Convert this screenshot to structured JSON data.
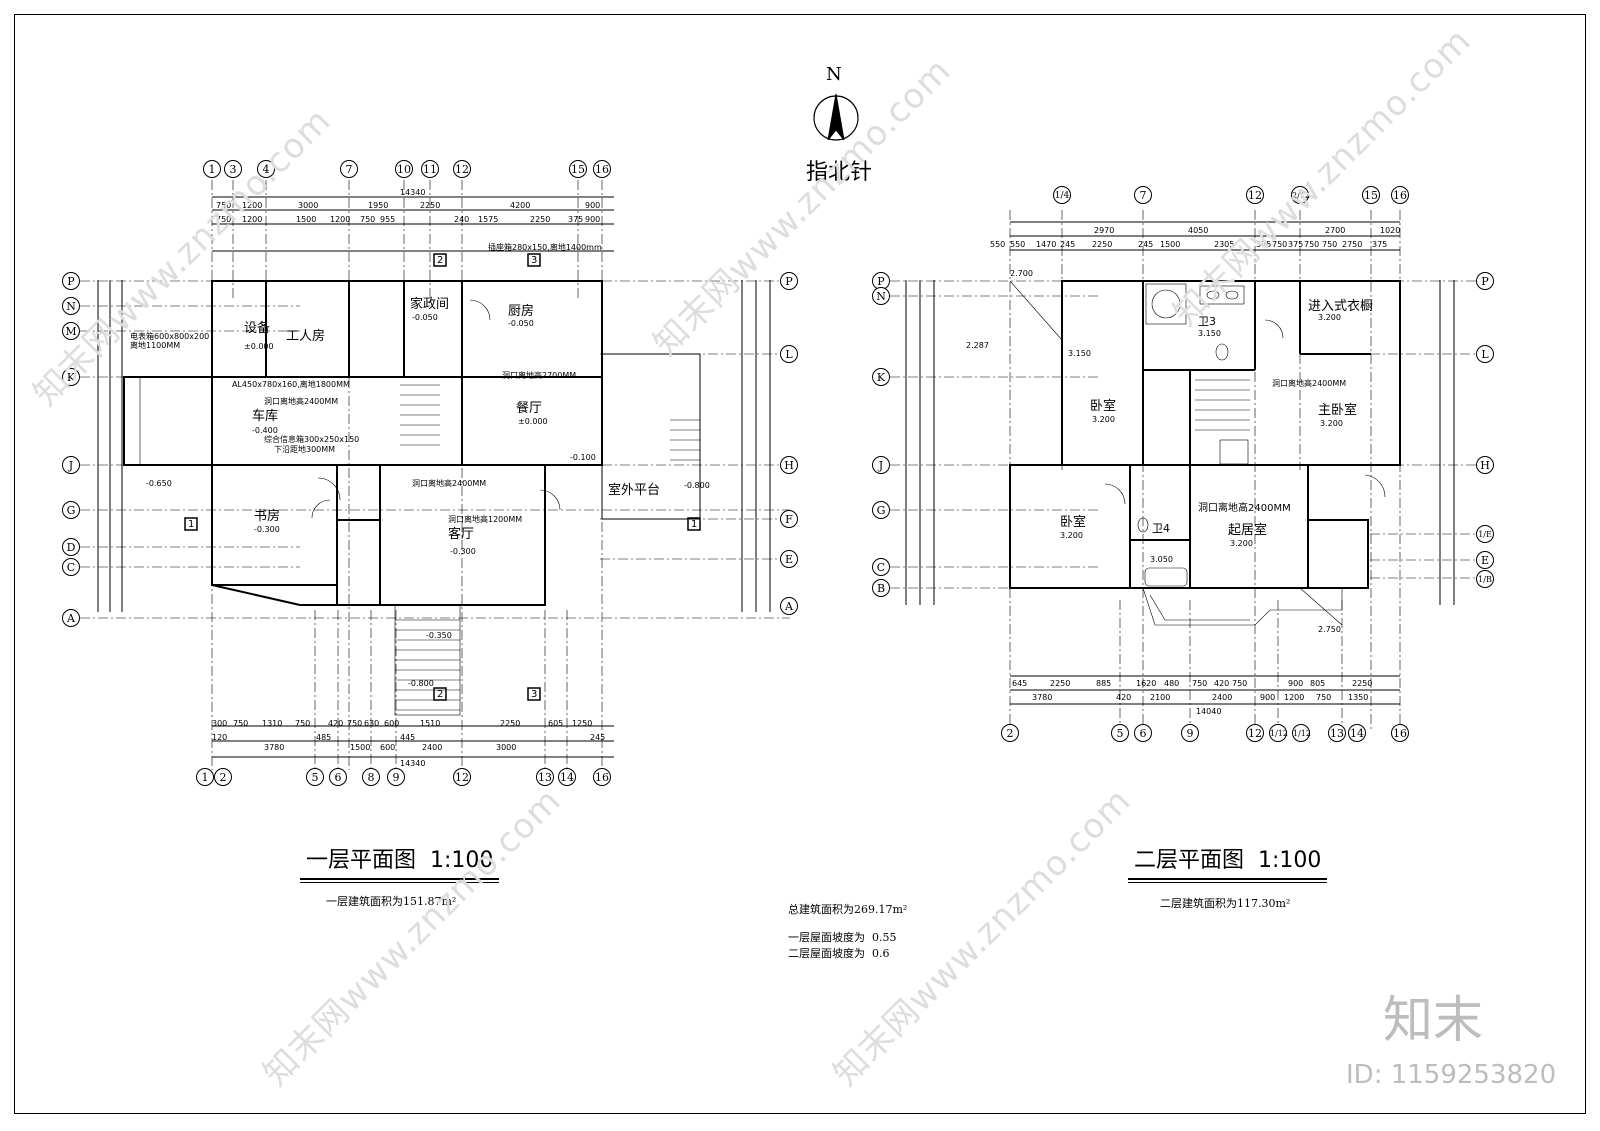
{
  "north": {
    "label": "N",
    "caption": "指北针"
  },
  "plan1": {
    "title": "一层平面图",
    "scale": "1:100",
    "area_note": "一层建筑面积为151.87m²",
    "rooms": [
      "设备",
      "工人房",
      "家政间",
      "厨房",
      "车库",
      "餐厅",
      "书房",
      "客厅",
      "室外平台"
    ],
    "notes": [
      "插座箱280x150,离地1400mm",
      "电表箱600x800x200",
      "离地1100MM",
      "AL450x780x160,离地1800MM",
      "洞口离地高2400MM",
      "综合信息箱300x250x150",
      "下沿距地300MM",
      "洞口离地高2700MM",
      "洞口离地高1200MM",
      "洞口离地高2400MM"
    ],
    "levels": [
      "±0.000",
      "-0.050",
      "-0.400",
      "-0.650",
      "-0.300",
      "±0.000",
      "-0.100",
      "-0.800",
      "-0.300",
      "-0.350",
      "-0.800",
      "-0.050"
    ],
    "top_dims": [
      "14340",
      "750",
      "1200",
      "3000",
      "1950",
      "2250",
      "4200",
      "900",
      "750",
      "1200",
      "1500",
      "1200",
      "750",
      "955",
      "240",
      "1575",
      "2250",
      "375",
      "900"
    ],
    "bottom_dims": [
      "300",
      "750",
      "1310",
      "750",
      "420",
      "750",
      "630",
      "600",
      "1510",
      "2250",
      "605",
      "1250",
      "120",
      "3780",
      "485",
      "1500",
      "600",
      "445",
      "2400",
      "3000",
      "245",
      "14340"
    ],
    "grid_top": [
      "1",
      "3",
      "4",
      "7",
      "10",
      "11",
      "12",
      "15",
      "16"
    ],
    "grid_bottom": [
      "1",
      "2",
      "5",
      "6",
      "8",
      "9",
      "12",
      "13",
      "14",
      "16"
    ],
    "grid_side": [
      "P",
      "N",
      "M",
      "K",
      "J",
      "G",
      "D",
      "C",
      "A"
    ],
    "grid_right": [
      "P",
      "L",
      "H",
      "F",
      "E",
      "A"
    ],
    "section_marks": [
      "1",
      "1",
      "2",
      "2",
      "3",
      "3"
    ]
  },
  "plan2": {
    "title": "二层平面图",
    "scale": "1:100",
    "area_note": "二层建筑面积为117.30m²",
    "rooms": [
      "卧室",
      "卫3",
      "进入式衣橱",
      "主卧室",
      "卧室",
      "卫4",
      "起居室"
    ],
    "notes": [
      "洞口离地高2400MM",
      "洞口离地高2400MM"
    ],
    "levels": [
      "3.200",
      "3.150",
      "3.200",
      "3.200",
      "3.200",
      "3.050",
      "3.200",
      "2.700",
      "2.287",
      "3.150",
      "2.750"
    ],
    "top_dims": [
      "2970",
      "4050",
      "2700",
      "1020",
      "550",
      "550",
      "1470",
      "245",
      "2250",
      "245",
      "1500",
      "2305",
      "375",
      "750",
      "375",
      "750",
      "750",
      "2750",
      "375"
    ],
    "bottom_dims": [
      "645",
      "2250",
      "885",
      "1620",
      "480",
      "750",
      "420",
      "750",
      "900",
      "805",
      "2250",
      "3780",
      "420",
      "2100",
      "2400",
      "900",
      "1200",
      "750",
      "1350",
      "14040"
    ],
    "grid_top": [
      "1/4",
      "7",
      "12",
      "2/12",
      "15",
      "16"
    ],
    "grid_bottom": [
      "2",
      "5",
      "6",
      "9",
      "12",
      "1/12",
      "1/12",
      "13",
      "14",
      "16"
    ],
    "grid_side": [
      "P",
      "N",
      "K",
      "J",
      "G",
      "C",
      "B"
    ],
    "grid_right": [
      "P",
      "L",
      "H",
      "1/E",
      "E",
      "1/B"
    ]
  },
  "summary": {
    "total_area": "总建筑面积为269.17m²",
    "slope1": "一层屋面坡度为  0.55",
    "slope2": "二层屋面坡度为  0.6"
  },
  "watermark": {
    "brand": "知末",
    "id": "ID: 1159253820",
    "site": "知末网www.znzmo.com"
  }
}
